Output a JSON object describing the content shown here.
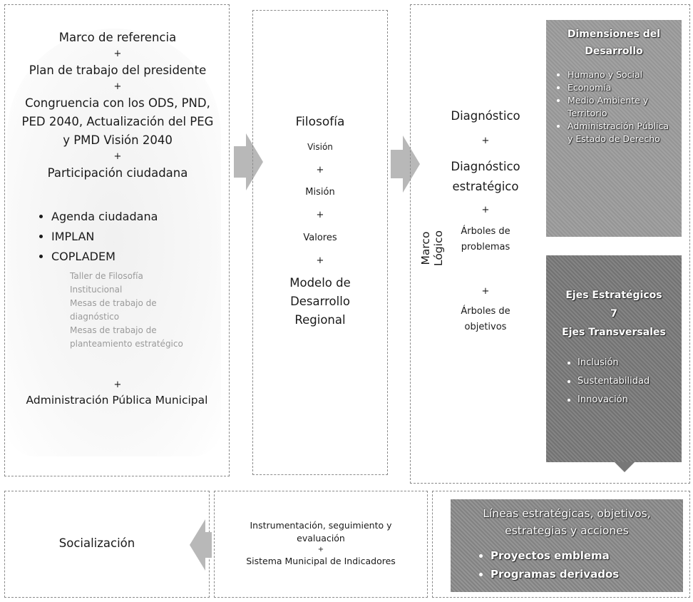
{
  "col1": {
    "line1": "Marco de referencia",
    "plus1": "+",
    "line2": "Plan de trabajo del presidente",
    "plus2": "+",
    "line3a": "Congruencia con los ODS, PND,",
    "line3b": "PED 2040, Actualización del PEG",
    "line3c": "y PMD Visión 2040",
    "plus3": "+",
    "line4": "Participación ciudadana",
    "bullets": [
      "Agenda ciudadana",
      "IMPLAN",
      "COPLADEM"
    ],
    "sub": [
      "Taller de Filosofía",
      "Institucional",
      "Mesas de trabajo de",
      "diagnóstico",
      "Mesas de trabajo de",
      "planteamiento estratégico"
    ],
    "plus4": "+",
    "line5": "Administración Pública Municipal"
  },
  "col2": {
    "title": "Filosofía",
    "vision": "Visión",
    "plus1": "+",
    "mision": "Misión",
    "plus2": "+",
    "valores": "Valores",
    "plus3": "+",
    "modelo_a": "Modelo de",
    "modelo_b": "Desarrollo",
    "modelo_c": "Regional"
  },
  "col3": {
    "side_label": "Marco Lógico",
    "diag": "Diagnóstico",
    "plus1": "+",
    "diag_est_a": "Diagnóstico",
    "diag_est_b": "estratégico",
    "plus2": "+",
    "arb_prob_a": "Árboles de",
    "arb_prob_b": "problemas",
    "plus3": "+",
    "arb_obj_a": "Árboles de",
    "arb_obj_b": "objetivos"
  },
  "dimensiones": {
    "title_a": "Dimensiones del",
    "title_b": "Desarrollo",
    "items": [
      "Humano y Social",
      "Economía",
      "Medio Ambiente y Territorio",
      "Administración Pública y Estado de Derecho"
    ]
  },
  "ejes": {
    "title": "Ejes Estratégicos",
    "count": "7",
    "subtitle": "Ejes Transversales",
    "items": [
      "Inclusión",
      "Sustentabilidad",
      "Innovación"
    ]
  },
  "bottom": {
    "socializacion": "Socialización",
    "instr_a": "Instrumentación, seguimiento y",
    "instr_b": "evaluación",
    "plus": "+",
    "sistema": "Sistema Municipal de Indicadores"
  },
  "lineas": {
    "title_a": "Líneas estratégicas, objetivos,",
    "title_b": "estrategias y acciones",
    "items": [
      "Proyectos emblema",
      "Programas derivados"
    ]
  },
  "colors": {
    "dimensiones_bg": "#9a9a9a",
    "ejes_bg": "#7a7a7a",
    "lineas_bg": "#8c8c8c",
    "arrow": "#b8b8b8"
  }
}
